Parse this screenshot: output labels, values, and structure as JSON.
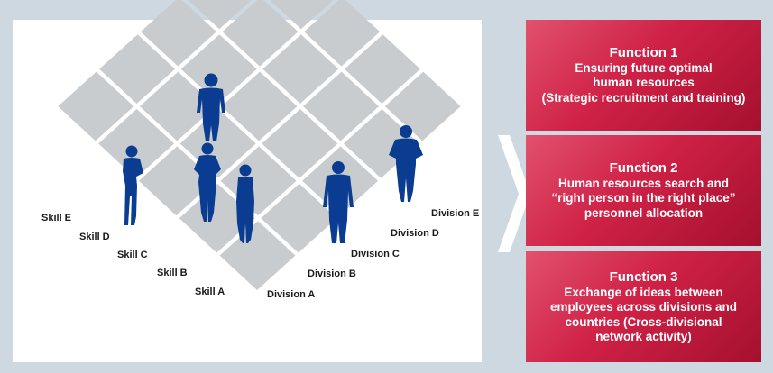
{
  "diagram": {
    "skills": [
      "Skill A",
      "Skill B",
      "Skill C",
      "Skill D",
      "Skill E"
    ],
    "divisions": [
      "Division A",
      "Division B",
      "Division C",
      "Division D",
      "Division E"
    ]
  },
  "functions": [
    {
      "title": "Function 1",
      "lines": [
        "Ensuring future optimal",
        "human resources",
        "(Strategic recruitment and training)"
      ]
    },
    {
      "title": "Function 2",
      "lines": [
        "Human resources search and",
        "“right person in the right place”",
        "personnel allocation"
      ]
    },
    {
      "title": "Function 3",
      "lines": [
        "Exchange of ideas between",
        "employees across divisions and",
        "countries (Cross-divisional",
        "network activity)"
      ]
    }
  ],
  "colors": {
    "grid": "#c9ccce",
    "grid_lines": "#ffffff",
    "figures": "#0a3d91",
    "function_box": "#cf2146",
    "arrow": "#ffffff"
  }
}
